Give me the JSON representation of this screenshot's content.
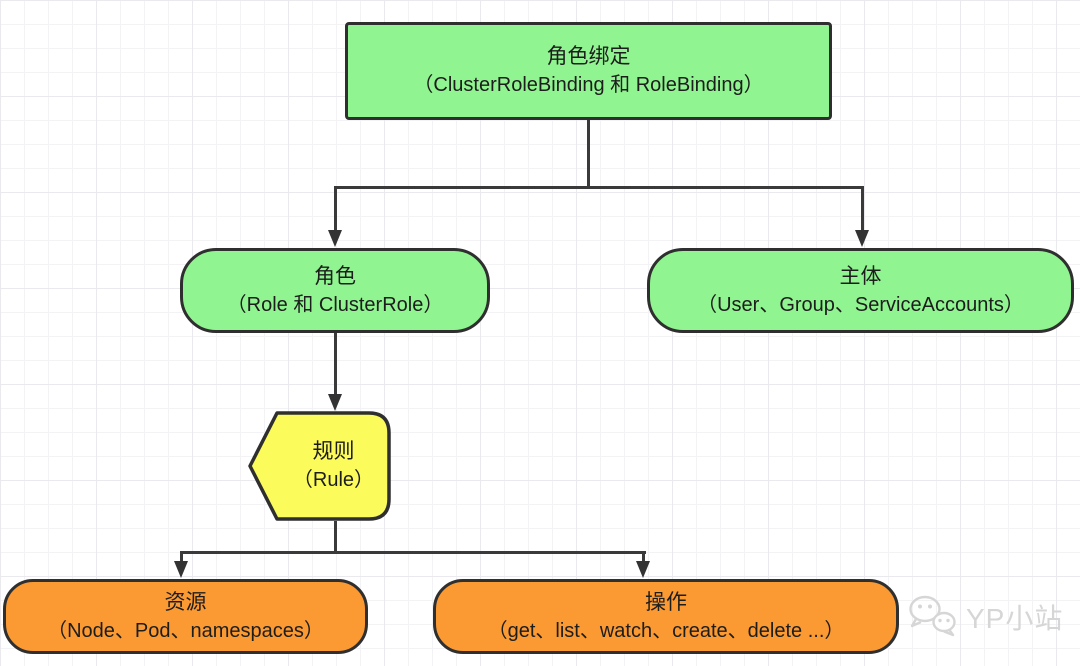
{
  "diagram": {
    "title_semantic": "Kubernetes RBAC role binding diagram",
    "nodes": {
      "role_binding": {
        "title": "角色绑定",
        "subtitle": "（ClusterRoleBinding 和 RoleBinding）",
        "shape": "rectangle",
        "fill": "#90f590"
      },
      "role": {
        "title": "角色",
        "subtitle": "（Role 和 ClusterRole）",
        "shape": "rounded-pill",
        "fill": "#90f590"
      },
      "subject": {
        "title": "主体",
        "subtitle": "（User、Group、ServiceAccounts）",
        "shape": "rounded-pill",
        "fill": "#90f590"
      },
      "rule": {
        "title": "规则",
        "subtitle": "（Rule）",
        "shape": "pentagon-left-point",
        "fill": "#fbfb5c"
      },
      "resource": {
        "title": "资源",
        "subtitle": "（Node、Pod、namespaces）",
        "shape": "rounded-pill",
        "fill": "#fb9a33"
      },
      "action": {
        "title": "操作",
        "subtitle": "（get、list、watch、create、delete ...）",
        "shape": "rounded-pill",
        "fill": "#fb9a33"
      }
    },
    "edges": [
      {
        "from": "role_binding",
        "to": "role"
      },
      {
        "from": "role_binding",
        "to": "subject"
      },
      {
        "from": "role",
        "to": "rule"
      },
      {
        "from": "rule",
        "to": "resource"
      },
      {
        "from": "rule",
        "to": "action"
      }
    ],
    "colors": {
      "green_fill": "#90f590",
      "yellow_fill": "#fbfb5c",
      "orange_fill": "#fb9a33",
      "stroke": "#2f2f2f",
      "connector": "#3a3a3a",
      "grid_line_minor": "#f3f3f6",
      "grid_line_major": "#e9e9ee",
      "watermark_gray": "#d6d6d6"
    }
  },
  "watermark": {
    "label": "YP小站",
    "icon": "wechat-icon"
  }
}
